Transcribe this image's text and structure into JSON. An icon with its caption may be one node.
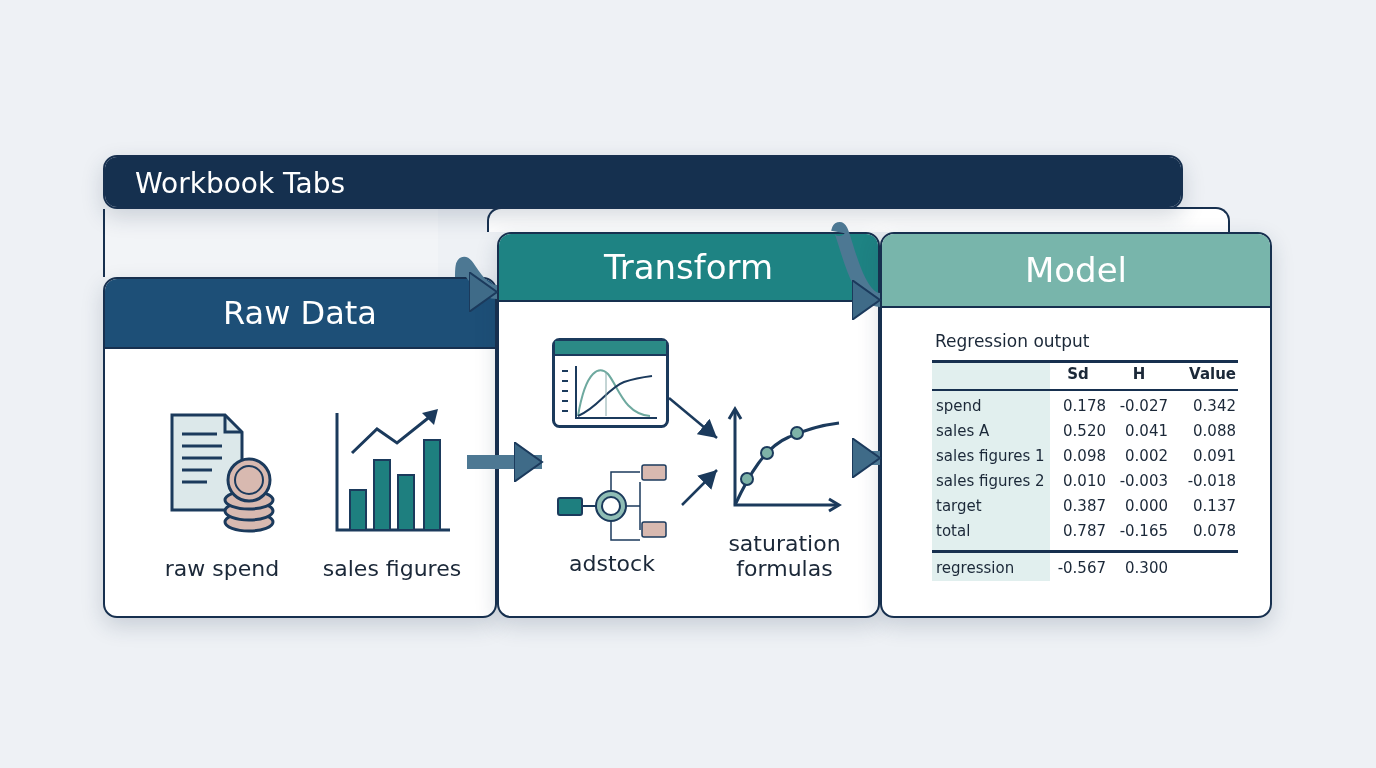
{
  "diagram": {
    "nodes": [
      {
        "text": [
          "Workbook Tabs"
        ]
      },
      {
        "text": [
          "Raw Data"
        ]
      },
      {
        "text": [
          "Transform"
        ]
      },
      {
        "text": [
          "Model",
          "Regression output"
        ]
      },
      {
        "text": [
          "raw spend"
        ],
        "in": 1
      },
      {
        "text": [
          "sales figures"
        ],
        "in": 1
      },
      {
        "text": [],
        "shape": "box",
        "in": 2
      },
      {
        "text": [
          "adstock"
        ],
        "in": 2
      },
      {
        "text": [
          "saturation formulas"
        ],
        "in": 2
      },
      {
        "text": [],
        "shape": "box"
      },
      {
        "text": [],
        "shape": "box"
      }
    ],
    "edges": [
      {
        "from": 1,
        "to": 2,
        "arrow": "to"
      },
      {
        "from": 5,
        "to": 7,
        "arrow": "to"
      },
      {
        "from": 6,
        "to": 8,
        "arrow": "to",
        "color": "#1b3a5c"
      },
      {
        "from": 7,
        "to": 8,
        "arrow": "to",
        "color": "#1b3a5c"
      },
      {
        "from": 2,
        "to": 3,
        "arrow": "to"
      },
      {
        "from": 8,
        "to": 3,
        "arrow": "to"
      }
    ],
    "labels": [
      "Sd",
      "H",
      "Value",
      "spend",
      "0.178",
      "-0.027",
      "0.342",
      "sales A",
      "0.520",
      "0.041",
      "0.088",
      "sales figures 1",
      "0.098",
      "0.002",
      "0.091",
      "sales figures 2",
      "0.010",
      "-0.003",
      "-0.018",
      "target",
      "0.387",
      "0.000",
      "0.137",
      "total",
      "0.787",
      "-0.165",
      "0.078",
      "regression",
      "-0.567",
      "0.300"
    ]
  }
}
